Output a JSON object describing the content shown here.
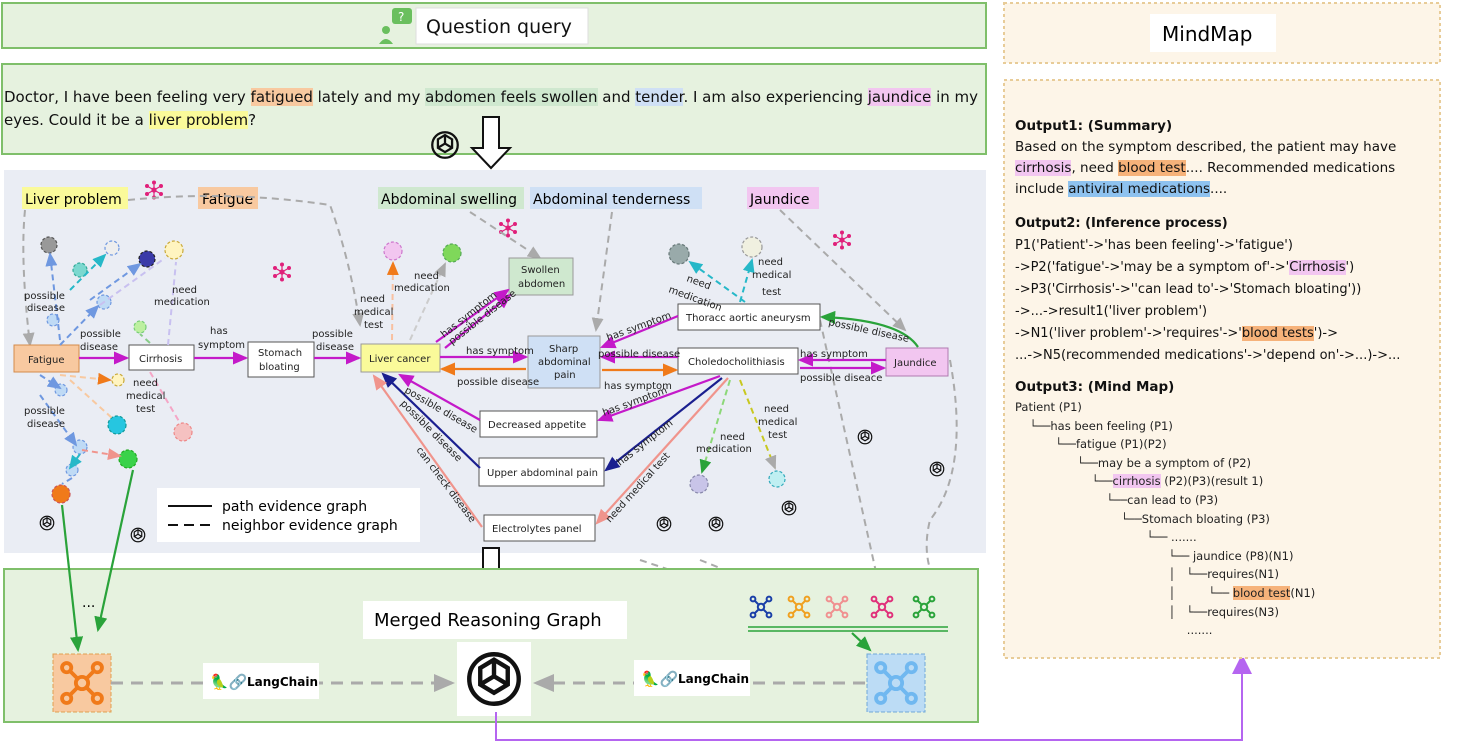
{
  "header": {
    "question_query": "Question query",
    "mindmap_title": "MindMap"
  },
  "question": {
    "segments": [
      {
        "text": "Doctor, I have been feeling very ",
        "hl": ""
      },
      {
        "text": "fatigued",
        "hl": "#f8c9a0"
      },
      {
        "text": " lately and my ",
        "hl": ""
      },
      {
        "text": "abdomen feels swollen",
        "hl": "#cfe8cf"
      },
      {
        "text": " and ",
        "hl": ""
      },
      {
        "text": "tender",
        "hl": "#cfe0f5"
      },
      {
        "text": ". I am also experiencing ",
        "hl": ""
      },
      {
        "text": "jaundice",
        "hl": "#f2c6f0"
      },
      {
        "text": " in my eyes. Could it be a ",
        "hl": ""
      },
      {
        "text": "liver problem",
        "hl": "#fafa9a"
      },
      {
        "text": "?",
        "hl": ""
      }
    ]
  },
  "entities": {
    "liver_problem": "Liver problem",
    "fatigue": "Fatigue",
    "abdominal_swelling": "Abdominal swelling",
    "abdominal_tenderness": "Abdominal tenderness",
    "jaundice": "Jaundice"
  },
  "graph": {
    "nodes": {
      "fatigue": "Fatigue",
      "cirrhosis": "Cirrhosis",
      "stomach1": "Stomach",
      "stomach2": "bloating",
      "liver_cancer": "Liver cancer",
      "swollen1": "Swollen",
      "swollen2": "abdomen",
      "sharp1": "Sharp",
      "sharp2": "abdominal",
      "sharp3": "pain",
      "thoracic": "Thoracc aortic aneurysm",
      "choledo": "Choledocholithiasis",
      "jaundice": "Jaundice",
      "decreased": "Decreased appetite",
      "upper": "Upper abdominal pain",
      "electro": "Electrolytes panel"
    },
    "edge_labels": {
      "possible_disease": "possible disease",
      "possible": "possible",
      "disease": "disease",
      "has": "has",
      "symptom": "symptom",
      "has_symptom": "has symptom",
      "need": "need",
      "medication": "medication",
      "medical": "medical",
      "test": "test",
      "can_check_disease": "can check disease",
      "possible_diseace": "possible diseace",
      "need_medical_test": "need medical test"
    },
    "legend": {
      "path": "path evidence graph",
      "neighbor": "neighbor evidence graph"
    }
  },
  "bottom": {
    "ellipsis": "...",
    "merged_title": "Merged Reasoning Graph",
    "langchain_left": "LangChain",
    "langchain_right": "LangChain"
  },
  "mindmap": {
    "out1_title": "Output1: (Summary)",
    "out1_segments": [
      {
        "text": "Based on the symptom described, the patient may have ",
        "hl": ""
      },
      {
        "text": "cirrhosis",
        "hl": "#f2c6f0"
      },
      {
        "text": ", need ",
        "hl": ""
      },
      {
        "text": "blood test",
        "hl": "#f6b27a"
      },
      {
        "text": ".... Recommended medications include ",
        "hl": ""
      },
      {
        "text": "antiviral medications",
        "hl": "#8ec2ef"
      },
      {
        "text": "....",
        "hl": ""
      }
    ],
    "out2_title": "Output2: (Inference process)",
    "out2_lines": [
      [
        {
          "text": "P1('Patient'->'has been feeling'->'fatigue')",
          "hl": ""
        }
      ],
      [
        {
          "text": "->P2('fatigue'->'may be a symptom of'->'",
          "hl": ""
        },
        {
          "text": "Cirrhosis",
          "hl": "#f2c6f0"
        },
        {
          "text": "')",
          "hl": ""
        }
      ],
      [
        {
          "text": "->P3('Cirrhosis'->''can lead to'->'Stomach bloating'))",
          "hl": ""
        }
      ],
      [
        {
          "text": "->...->result1('liver problem')",
          "hl": ""
        }
      ],
      [
        {
          "text": "->N1('liver problem'->'requires'->'",
          "hl": ""
        },
        {
          "text": "blood tests",
          "hl": "#f6b27a"
        },
        {
          "text": "')->",
          "hl": ""
        }
      ],
      [
        {
          "text": "...->N5(recommended medications'->'depend on'->...)->...",
          "hl": ""
        }
      ]
    ],
    "out3_title": "Output3: (Mind Map)",
    "tree": [
      {
        "text": "Patient (P1)",
        "hl": "",
        "suffix": ""
      },
      {
        "text": "    └──has been feeling (P1)",
        "hl": "",
        "suffix": ""
      },
      {
        "text": "           └──fatigue (P1)(P2)",
        "hl": "",
        "suffix": ""
      },
      {
        "text": "                 └──may be a symptom of (P2)",
        "hl": "",
        "suffix": ""
      },
      {
        "text": "                     └──",
        "hl": "cirrhosis",
        "suffix": " (P2)(P3)(result 1)"
      },
      {
        "text": "                         └──can lead to (P3)",
        "hl": "",
        "suffix": ""
      },
      {
        "text": "                             └──Stomach bloating (P3)",
        "hl": "",
        "suffix": ""
      },
      {
        "text": "                                    └── .......",
        "hl": "",
        "suffix": ""
      },
      {
        "text": "                                          └── jaundice (P8)(N1)",
        "hl": "",
        "suffix": ""
      },
      {
        "text": "                                          │   └──requires(N1)",
        "hl": "",
        "suffix": ""
      },
      {
        "text": "                                          │         └── ",
        "hl": "blood test",
        "suffix": "(N1)"
      },
      {
        "text": "                                          │   └──requires(N3)",
        "hl": "",
        "suffix": ""
      },
      {
        "text": "                                               .......",
        "hl": "",
        "suffix": ""
      }
    ]
  },
  "colors": {
    "green_panel": "#e6f2df",
    "green_border": "#7fbf6a",
    "graph_bg": "#eaedf4",
    "mindmap_bg": "#fdf5e8",
    "magenta": "#c419c9",
    "orange": "#f07a1a",
    "navy": "#1a1f8f",
    "salmon": "#f0948c",
    "green_arrow": "#2aa33a",
    "gray_dash": "#aaaaaa"
  },
  "icons": [
    "question-person-icon",
    "openai-logo-icon",
    "down-arrow-icon",
    "network-icon",
    "langchain-parrot-icon",
    "pink-network-icon"
  ]
}
